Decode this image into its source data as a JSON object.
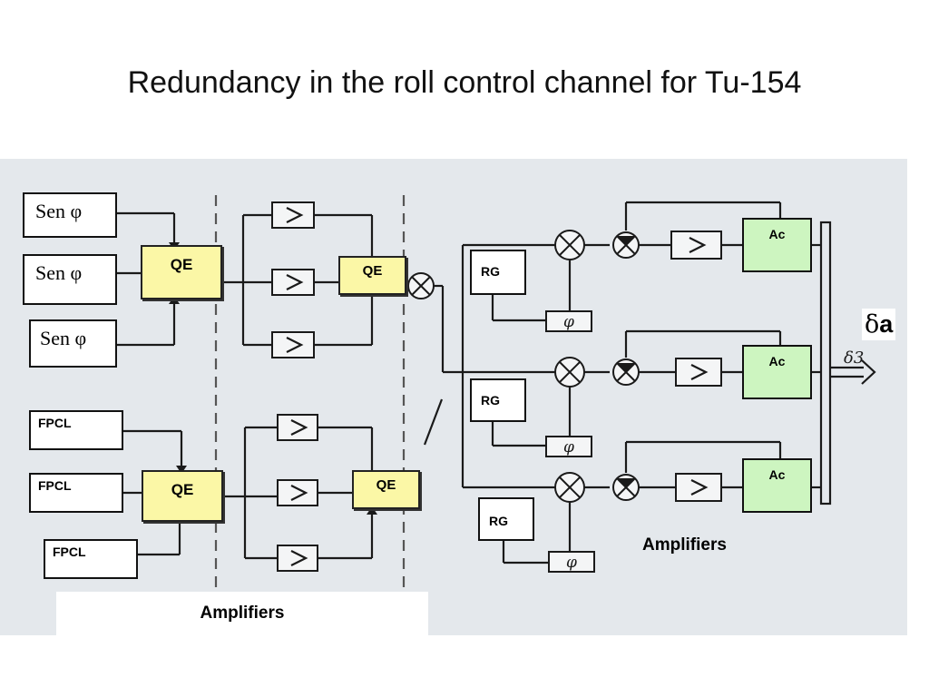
{
  "title": "Redundancy in the roll control channel for Tu-154",
  "sensors": [
    "Sen φ",
    "Sen φ",
    "Sen φ"
  ],
  "fpcl": [
    "FPCL",
    "FPCL",
    "FPCL"
  ],
  "qe": [
    "QE",
    "QE",
    "QE",
    "QE"
  ],
  "rg": [
    "RG",
    "RG",
    "RG"
  ],
  "ac": [
    "Ac",
    "Ac",
    "Ac"
  ],
  "amplifiers_label_right": "Amplifiers",
  "amplifiers_label_bottom": "Amplifiers",
  "output_symbol": "δ",
  "output_letter": "a",
  "phi_symbol": "φ",
  "greater_symbol": ">",
  "handwritten_output": "δ3"
}
